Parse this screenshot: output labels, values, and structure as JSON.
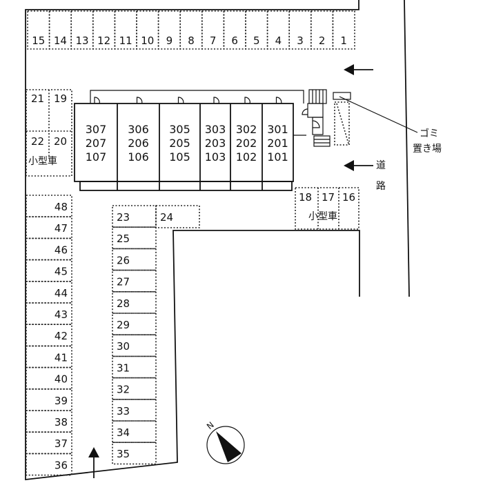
{
  "top_row_spaces": [
    "15",
    "14",
    "13",
    "12",
    "11",
    "10",
    "9",
    "8",
    "7",
    "6",
    "5",
    "4",
    "3",
    "2",
    "1"
  ],
  "left_block": {
    "top": [
      "21",
      "19"
    ],
    "bottom": [
      "22",
      "20"
    ],
    "label": "小型車"
  },
  "left_column_spaces": [
    "48",
    "47",
    "46",
    "45",
    "44",
    "43",
    "42",
    "41",
    "40",
    "39",
    "38",
    "37",
    "36"
  ],
  "middle_column_spaces": [
    "23",
    "25",
    "26",
    "27",
    "28",
    "29",
    "30",
    "31",
    "32",
    "33",
    "34",
    "35"
  ],
  "space_24": "24",
  "right_block": {
    "spaces": [
      "18",
      "17",
      "16"
    ],
    "label": "小型車"
  },
  "building_units": [
    [
      "307",
      "207",
      "107"
    ],
    [
      "306",
      "206",
      "106"
    ],
    [
      "305",
      "205",
      "105"
    ],
    [
      "303",
      "203",
      "103"
    ],
    [
      "302",
      "202",
      "102"
    ],
    [
      "301",
      "201",
      "101"
    ]
  ],
  "garbage_label": {
    "line1": "ゴミ",
    "line2": "置き場"
  },
  "road_label": {
    "char1": "道",
    "char2": "路"
  },
  "compass_label": "N"
}
